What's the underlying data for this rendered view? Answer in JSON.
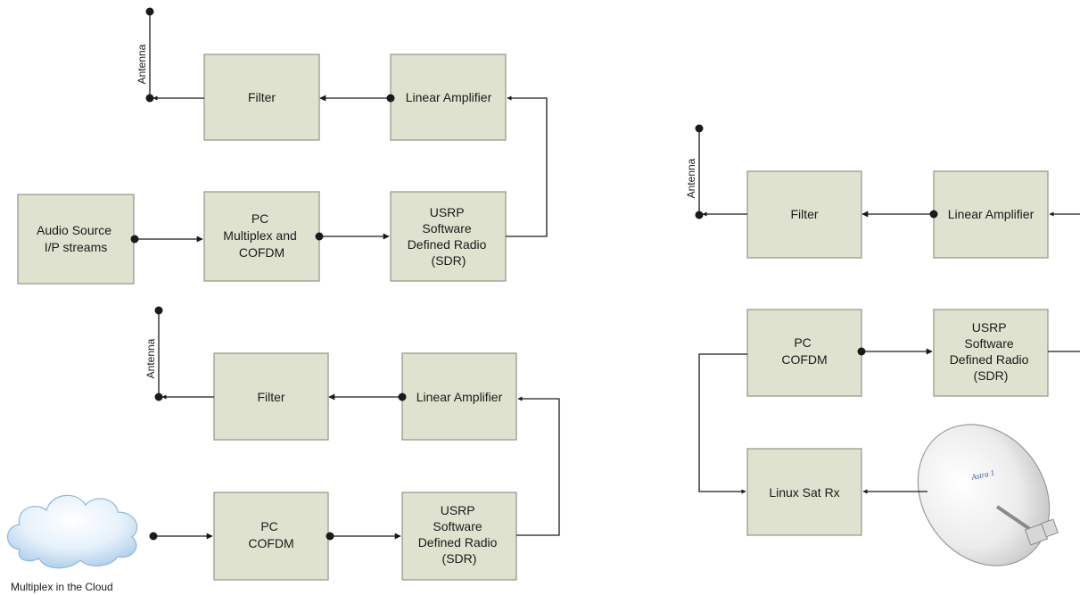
{
  "colors": {
    "box_fill": "#dfe2cf",
    "box_stroke": "#9a9a90",
    "line": "#1a1a1a",
    "cloud_light": "#e6f1fb",
    "cloud_dark": "#a9cbe9",
    "dish": "#e6e6e6"
  },
  "icons": {
    "cloud": "cloud-icon",
    "dish": "satellite-dish-icon"
  },
  "diagrams": {
    "top_left": {
      "antenna": "Antenna",
      "filter": [
        "Filter"
      ],
      "amplifier": [
        "Linear Amplifier"
      ],
      "source": [
        "Audio Source",
        "I/P streams"
      ],
      "pc": [
        "PC",
        "Multiplex and",
        "COFDM"
      ],
      "usrp": [
        "USRP",
        "Software",
        "Defined Radio",
        "(SDR)"
      ]
    },
    "bottom_left": {
      "antenna": "Antenna",
      "filter": [
        "Filter"
      ],
      "amplifier": [
        "Linear Amplifier"
      ],
      "pc": [
        "PC",
        "COFDM"
      ],
      "usrp": [
        "USRP",
        "Software",
        "Defined Radio",
        "(SDR)"
      ],
      "cloud_caption": "Multiplex in the Cloud"
    },
    "right": {
      "antenna": "Antenna",
      "filter": [
        "Filter"
      ],
      "amplifier": [
        "Linear Amplifier"
      ],
      "pc": [
        "PC",
        "COFDM"
      ],
      "usrp": [
        "USRP",
        "Software",
        "Defined Radio",
        "(SDR)"
      ],
      "satrx": [
        "Linux Sat Rx"
      ],
      "dish_label": "Astra 1"
    }
  }
}
